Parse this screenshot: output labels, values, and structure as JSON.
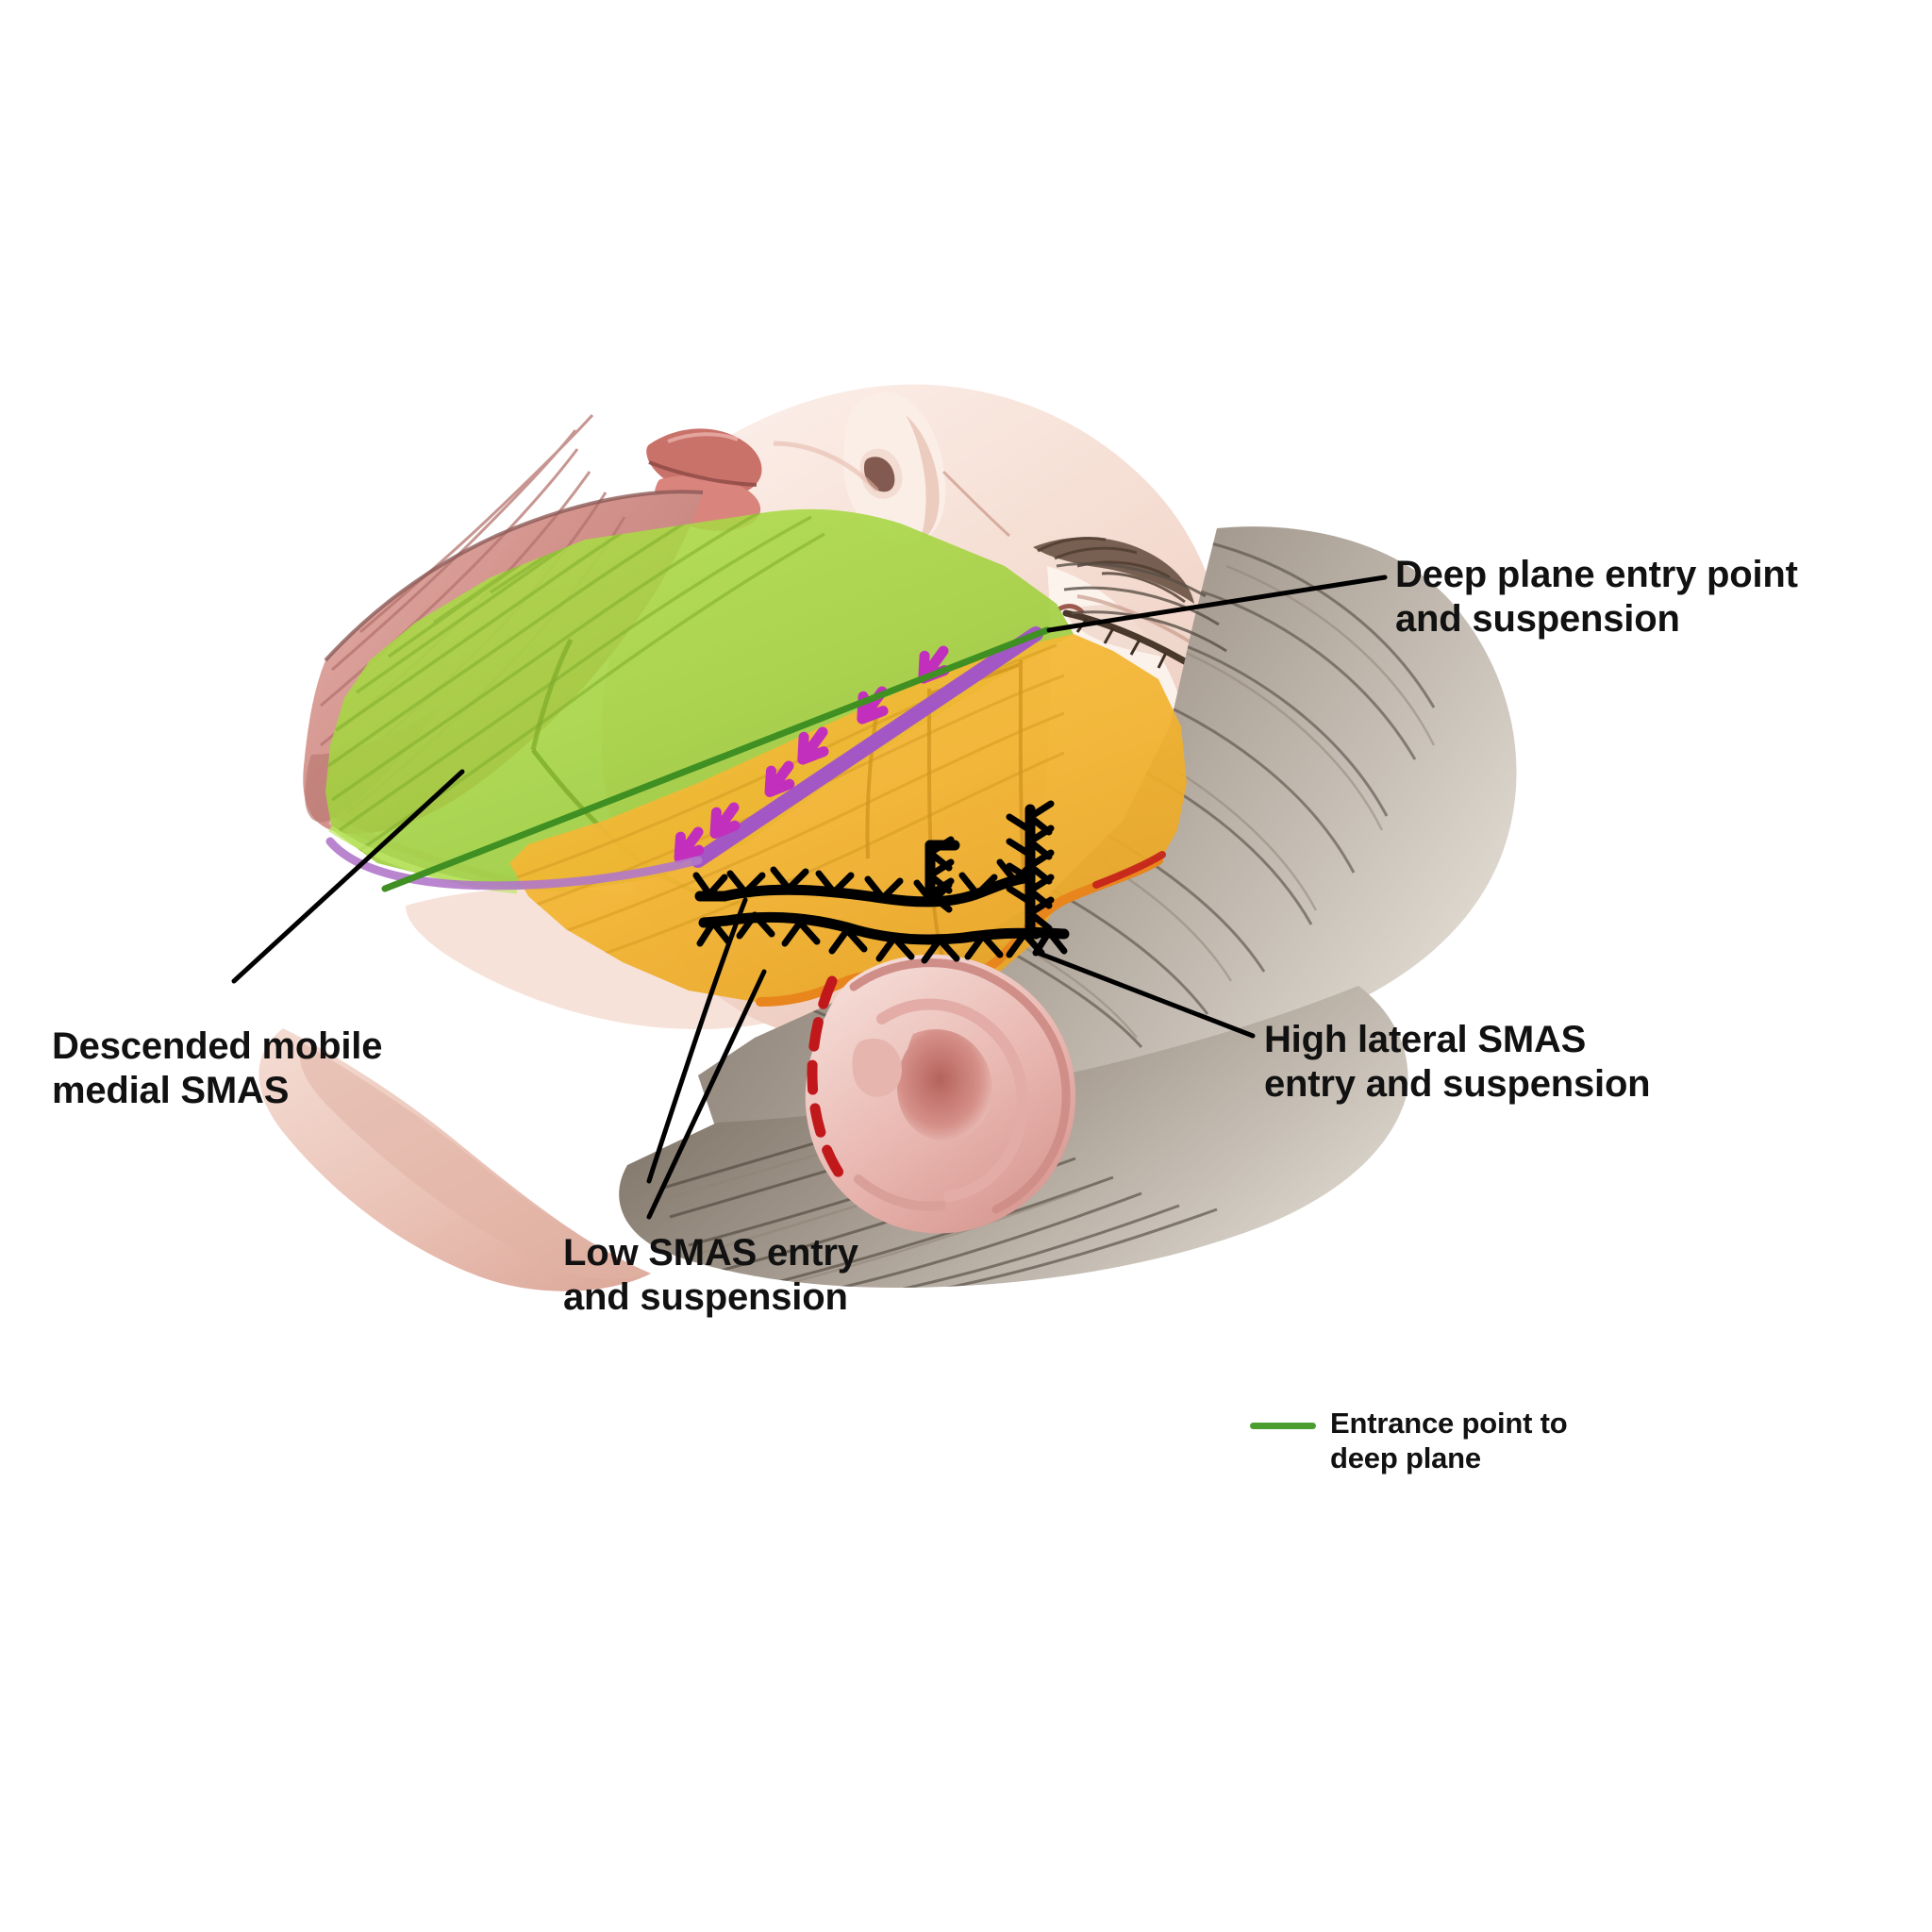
{
  "figure": {
    "title": "Deep plane facelift SMAS suspension diagram",
    "subject": "Female head in lateral/supine view with SMAS flap elevation overlays",
    "background_color": "#ffffff"
  },
  "labels": {
    "deep_plane": "Deep plane entry point\nand suspension",
    "descended_smas": "Descended mobile\nmedial SMAS",
    "high_lateral_smas": "High lateral SMAS\nentry and suspension",
    "low_smas": "Low SMAS entry\nand suspension"
  },
  "legend": {
    "swatch_color": "#4a9e2f",
    "text": "Entrance point to\ndeep plane"
  },
  "colors": {
    "smas_green": "#a4d33f",
    "smas_green_dark": "#8fc033",
    "smas_orange": "#f2b430",
    "smas_orange_edge": "#e8851c",
    "purple_line": "#a357c4",
    "magenta_arrow": "#c22fbd",
    "entrance_line_green": "#3f8f23",
    "suture_black": "#000000",
    "incision_red": "#c1191b",
    "leader_line": "#000000",
    "skin_light": "#f7e7e0",
    "skin_mid": "#eec9bd",
    "skin_shadow": "#d9a08f",
    "muscle_rose": "#d69a95",
    "hair_dark": "#5b5149",
    "hair_light": "#cdc4b8",
    "ear_pink": "#e8b3ad",
    "text_color": "#111111"
  },
  "annotations": {
    "purple_arrow_count": 6,
    "suture_lines": [
      "horizontal low SMAS barbed suture",
      "vertical mid barbed suture",
      "vertical high lateral barbed suture",
      "lower horizontal preauricular barbed suture"
    ],
    "incision_style": "red dashed pretragal incision"
  }
}
